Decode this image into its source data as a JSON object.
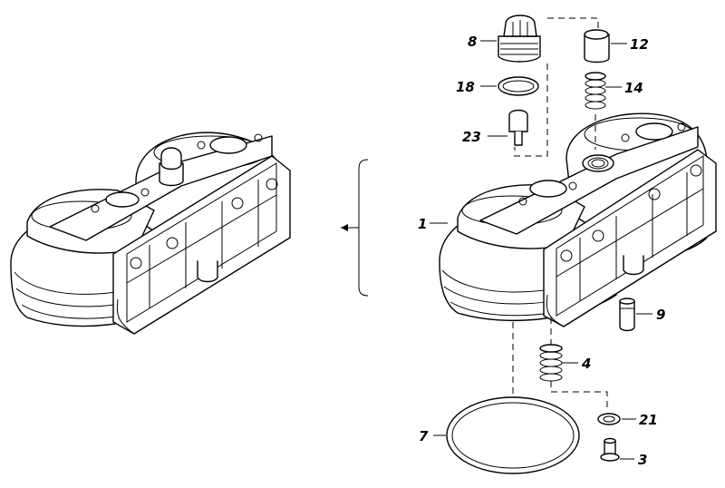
{
  "callouts": {
    "c1": "1",
    "c3": "3",
    "c4": "4",
    "c7": "7",
    "c8": "8",
    "c9": "9",
    "c12": "12",
    "c14": "14",
    "c18": "18",
    "c21": "21",
    "c23": "23"
  },
  "colors": {
    "line": "#000000",
    "background": "#ffffff"
  }
}
